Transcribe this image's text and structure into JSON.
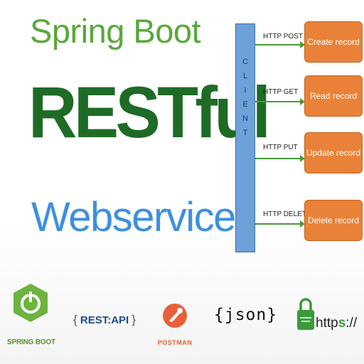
{
  "titles": {
    "line1": "Spring Boot",
    "line2": "RESTful",
    "line3": "Webservices"
  },
  "diagram": {
    "client_letters": [
      "C",
      "L",
      "I",
      "E",
      "N",
      "T"
    ],
    "rows": [
      {
        "method": "HTTP POST",
        "record": "Create record"
      },
      {
        "method": "HTTP GET",
        "record": "Read record"
      },
      {
        "method": "HTTP PUT",
        "record": "Update record"
      },
      {
        "method": "HTTP DELETE",
        "record": "Delete record"
      }
    ]
  },
  "logos": {
    "spring_boot": "SPRING BOOT",
    "rest_api_open": "{",
    "rest_api_text": "REST:API",
    "rest_api_close": "}",
    "postman": "POSTMAN",
    "json": "{json}",
    "https_prefix": "http",
    "https_s": "s",
    "https_suffix": "://"
  },
  "colors": {
    "spring_green": "#5aa83a",
    "restful_green": "#1e6b26",
    "webservices_blue": "#3d8fe0",
    "client_bar": "#6fa0d8",
    "record_orange": "#e98238",
    "arrow_green": "#4a9a3a",
    "postman_orange": "#e35e2b"
  }
}
